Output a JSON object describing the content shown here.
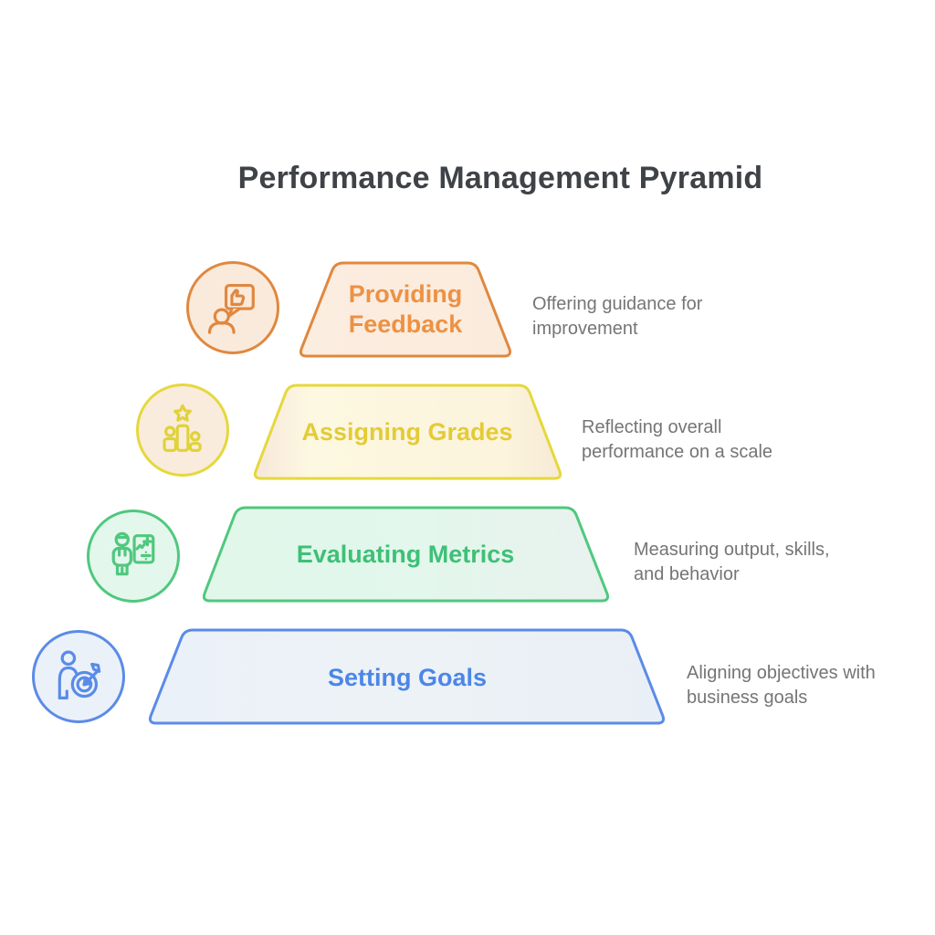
{
  "title": "Performance Management Pyramid",
  "title_color": "#3F4347",
  "description_text_color": "#757575",
  "levels": [
    {
      "label": "Providing Feedback",
      "label_lines": [
        "Providing",
        "Feedback"
      ],
      "description": "Offering guidance for improvement",
      "desc_lines": [
        "Offering guidance for",
        "improvement"
      ],
      "icon": "feedback-speech-bubble-thumbs-up-icon",
      "colors": {
        "border": "#E0883F",
        "fill": "#FBEDE0",
        "label": "#ED9143",
        "icon_bg": "#FAEADC"
      }
    },
    {
      "label": "Assigning Grades",
      "label_lines": [
        "Assigning Grades"
      ],
      "description": "Reflecting overall performance on a scale",
      "desc_lines": [
        "Reflecting overall",
        "performance on a scale"
      ],
      "icon": "ranking-podium-star-icon",
      "colors": {
        "border": "#E5D83C",
        "fill": "#FDF8E1",
        "label": "#E4CB37",
        "icon_bg": "#F9ECDC"
      }
    },
    {
      "label": "Evaluating Metrics",
      "label_lines": [
        "Evaluating Metrics"
      ],
      "description": "Measuring output, skills, and behavior",
      "desc_lines": [
        "Measuring output, skills,",
        "and behavior"
      ],
      "icon": "person-scoreboard-icon",
      "colors": {
        "border": "#4FC87E",
        "fill": "#E3F7EC",
        "label": "#3EC077",
        "icon_bg": "#E4F7EC"
      }
    },
    {
      "label": "Setting Goals",
      "label_lines": [
        "Setting Goals"
      ],
      "description": "Aligning objectives with business goals",
      "desc_lines": [
        "Aligning objectives with",
        "business goals"
      ],
      "icon": "person-target-dart-icon",
      "colors": {
        "border": "#5A8BE8",
        "fill": "#EBF1F7",
        "label": "#4C86E8",
        "icon_bg": "#EBF1F9"
      }
    }
  ]
}
